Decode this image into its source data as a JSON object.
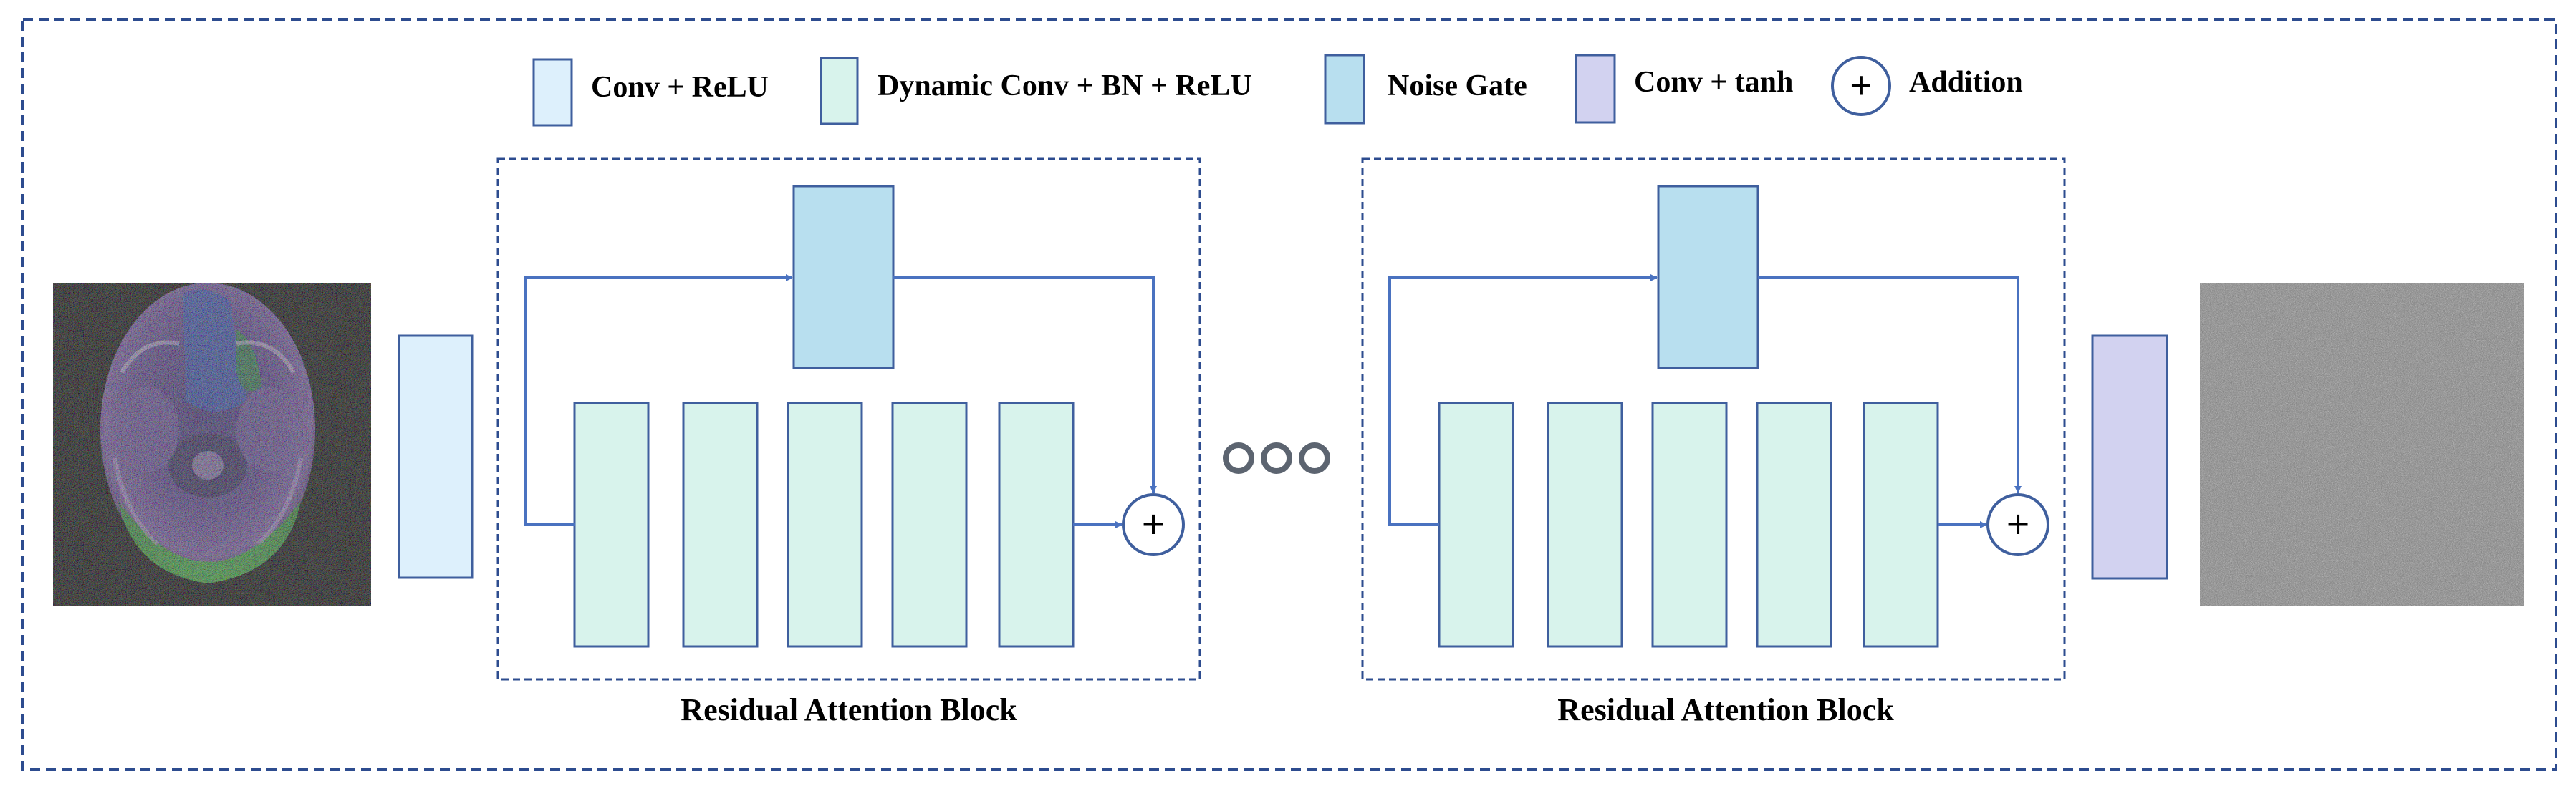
{
  "legend": {
    "conv_relu": "Conv + ReLU",
    "dynamic_conv": "Dynamic Conv + BN + ReLU",
    "noise_gate": "Noise Gate",
    "conv_tanh": "Conv + tanh",
    "addition": "Addition",
    "addition_symbol": "+"
  },
  "blocks": [
    {
      "label": "Residual Attention Block"
    },
    {
      "label": "Residual Attention Block"
    }
  ],
  "colors": {
    "conv_relu": "#ddf0fc",
    "dynamic_conv": "#d8f3ec",
    "noise_gate": "#b8dfef",
    "conv_tanh": "#d2d2f0",
    "stroke": "#3f5f9e",
    "arrow": "#4a72c0",
    "ellipsis": "#5c6470",
    "frame": "#2d4c8f"
  },
  "icons": {
    "input": "noisy-mri-scan-image",
    "output": "gray-noise-map-image",
    "ellipsis": "ellipsis-circles-icon"
  }
}
